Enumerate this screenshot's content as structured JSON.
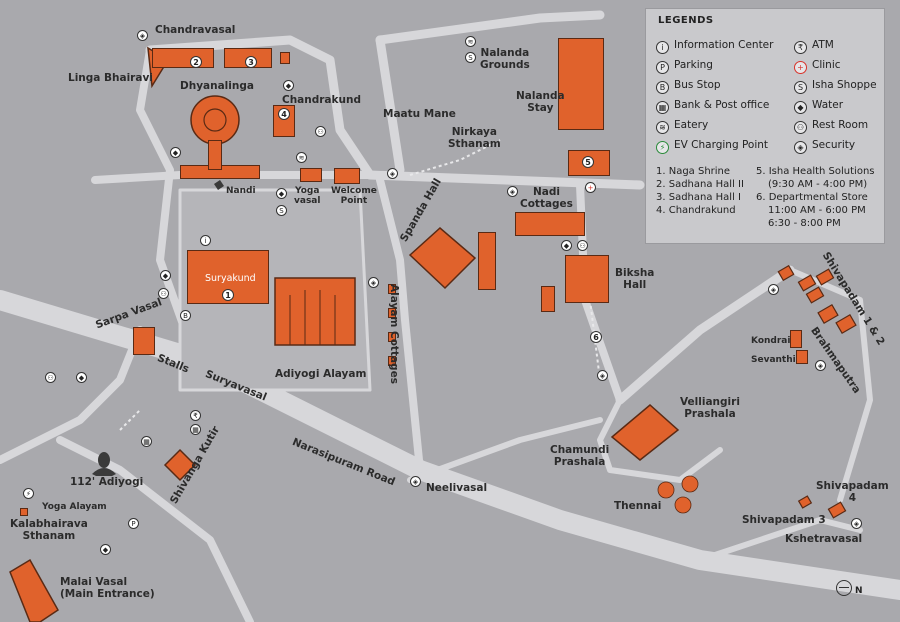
{
  "legend": {
    "title": "LEGENDS",
    "items": [
      {
        "label": "Information Center",
        "icon": "info-icon",
        "glyph": "i"
      },
      {
        "label": "ATM",
        "icon": "atm-icon",
        "glyph": "₹"
      },
      {
        "label": "Parking",
        "icon": "parking-icon",
        "glyph": "P"
      },
      {
        "label": "Clinic",
        "icon": "clinic-icon",
        "glyph": "+"
      },
      {
        "label": "Bus Stop",
        "icon": "bus-stop-icon",
        "glyph": "B"
      },
      {
        "label": "Isha Shoppe",
        "icon": "shoppe-icon",
        "glyph": "S"
      },
      {
        "label": "Bank & Post office",
        "icon": "bank-icon",
        "glyph": "▦"
      },
      {
        "label": "Water",
        "icon": "water-icon",
        "glyph": "◆"
      },
      {
        "label": "Eatery",
        "icon": "eatery-icon",
        "glyph": "≋"
      },
      {
        "label": "Rest Room",
        "icon": "restroom-icon",
        "glyph": "⚇"
      },
      {
        "label": "EV Charging Point",
        "icon": "ev-charging-icon",
        "glyph": "⚡"
      },
      {
        "label": "Security",
        "icon": "security-icon",
        "glyph": "◈"
      }
    ],
    "numbered_left": [
      "1. Naga Shrine",
      "2. Sadhana Hall II",
      "3. Sadhana Hall I",
      "4. Chandrakund"
    ],
    "numbered_right": [
      "5. Isha Health Solutions",
      "(9:30 AM - 4:00 PM)",
      "6. Departmental Store",
      "11:00 AM - 6:00 PM",
      "6:30 - 8:00 PM"
    ]
  },
  "places": {
    "chandravasal": "Chandravasal",
    "linga_bhairavi": "Linga Bhairavi",
    "dhyanalinga": "Dhyanalinga",
    "chandrakund": "Chandrakund",
    "nalanda_grounds_1": "Nalanda",
    "nalanda_grounds_2": "Grounds",
    "nalanda_stay_1": "Nalanda",
    "nalanda_stay_2": "Stay",
    "maatu_mane": "Maatu Mane",
    "nirkaya_1": "Nirkaya",
    "nirkaya_2": "Sthanam",
    "nandi": "Nandi",
    "yoga_vasal_1": "Yoga",
    "yoga_vasal_2": "vasal",
    "welcome_1": "Welcome",
    "welcome_2": "Point",
    "spanda_hall": "Spanda Hall",
    "nadi_1": "Nadi",
    "nadi_2": "Cottages",
    "suryakund": "Suryakund",
    "alayam_cottages": "Alayam Cottages",
    "biksha_1": "Biksha",
    "biksha_2": "Hall",
    "shivapadam_12": "Shivapadam 1 & 2",
    "sarpa_vasal": "Sarpa Vasal",
    "stalls": "Stalls",
    "suryavasal": "Suryavasal",
    "adiyogi_alayam": "Adiyogi Alayam",
    "brahmaputra": "Brahmaputra",
    "kondrai": "Kondrai",
    "sevanthi": "Sevanthi",
    "velliangiri_1": "Velliangiri",
    "velliangiri_2": "Prashala",
    "narasipuram_road": "Narasipuram Road",
    "chamundi_1": "Chamundi",
    "chamundi_2": "Prashala",
    "adiyogi_112": "112' Adiyogi",
    "shivanga_kutir": "Shivanga Kutir",
    "neelivasal": "Neelivasal",
    "yoga_alayam": "Yoga Alayam",
    "thennai": "Thennai",
    "shivapadam_4a": "Shivapadam",
    "shivapadam_4b": "4",
    "shivapadam_3": "Shivapadam 3",
    "kalabhairava_1": "Kalabhairava",
    "kalabhairava_2": "Sthanam",
    "kshetravasal": "Kshetravasal",
    "malai_1": "Malai Vasal",
    "malai_2": "(Main Entrance)"
  },
  "markers": {
    "n1": "1",
    "n2": "2",
    "n3": "3",
    "n4": "4",
    "n5": "5",
    "n6": "6"
  },
  "compass": {
    "label": "N"
  },
  "colors": {
    "building": "#e0622c",
    "ground": "#a9a9ad",
    "road": "#d7d7da",
    "legend_bg": "#c9c9cc"
  }
}
